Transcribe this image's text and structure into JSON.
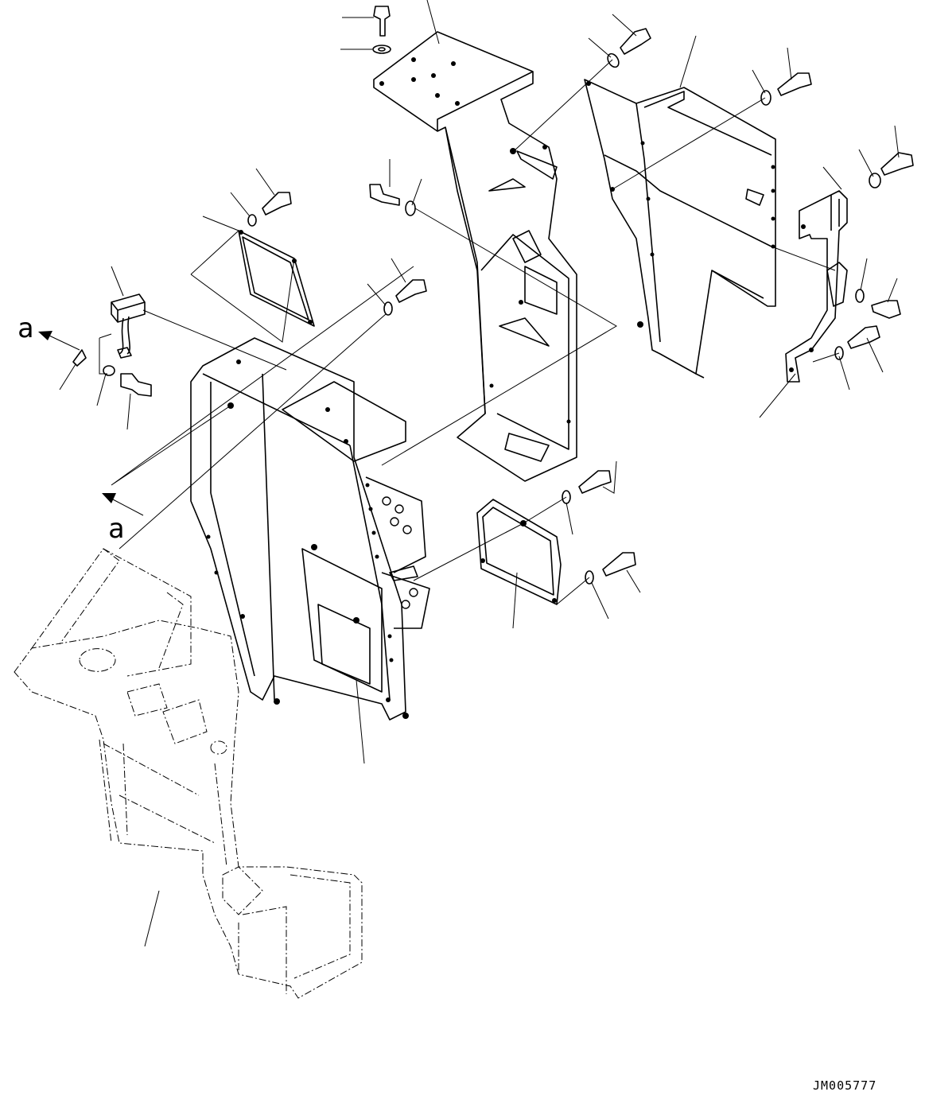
{
  "diagram": {
    "view_marker": "a",
    "drawing_code": "JM005777",
    "parts": [
      {
        "id": "main-frame"
      },
      {
        "id": "top-column"
      },
      {
        "id": "right-cover"
      },
      {
        "id": "hinge-bracket"
      },
      {
        "id": "cover-plate"
      },
      {
        "id": "side-plate"
      },
      {
        "id": "relay-box"
      },
      {
        "id": "base-frame"
      }
    ]
  }
}
